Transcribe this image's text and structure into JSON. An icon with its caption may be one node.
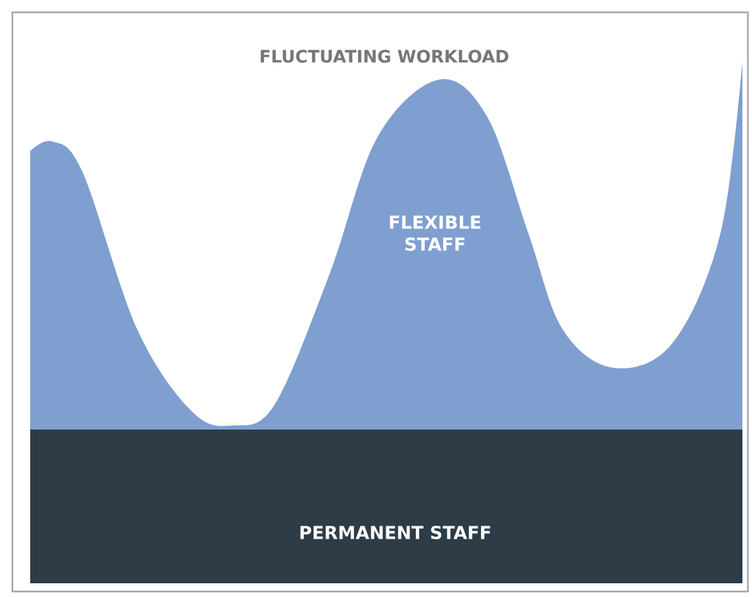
{
  "diagram": {
    "title": "FLUCTUATING WORKLOAD",
    "nodes": [
      {
        "text": [
          "FLEXIBLE STAFF"
        ]
      },
      {
        "text": [
          "PERMANENT STAFF"
        ]
      }
    ]
  }
}
